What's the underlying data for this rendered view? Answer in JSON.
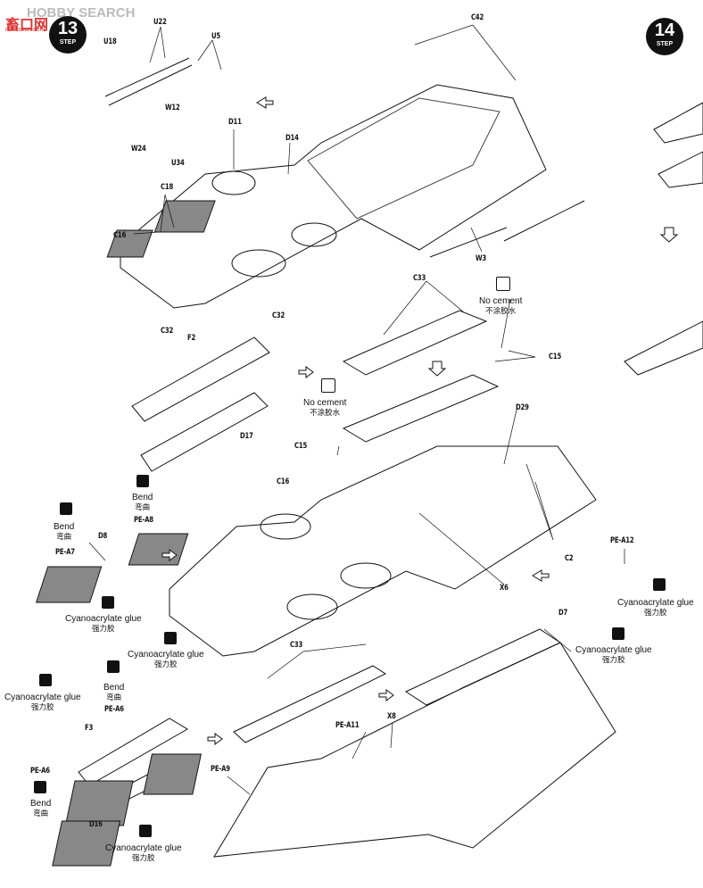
{
  "watermark": {
    "text": "HOBBY SEARCH",
    "logo_text": "畜口网",
    "logo_url_text": "nan-shan.com"
  },
  "steps": [
    {
      "number": "13",
      "label": "STEP"
    },
    {
      "number": "14",
      "label": "STEP"
    }
  ],
  "parts": [
    "U22",
    "U18",
    "U5",
    "W12",
    "W24",
    "C42",
    "D11",
    "D14",
    "U34",
    "C18",
    "C16",
    "W3",
    "C33",
    "C32",
    "C32",
    "F2",
    "D17",
    "C15",
    "C15",
    "D29",
    "D8",
    "PE-A7",
    "PE-A8",
    "C16",
    "C2",
    "X6",
    "PE-A12",
    "D7",
    "C33",
    "PE-A6",
    "PE-A6",
    "F3",
    "X8",
    "PE-A11",
    "PE-A9",
    "D16"
  ],
  "notes": {
    "no_cement_en": "No cement",
    "no_cement_zh": "不涂胶水",
    "bend_en": "Bend",
    "bend_zh": "弯曲",
    "glue_en": "Cyanoacrylate glue",
    "glue_zh": "强力胶"
  },
  "colors": {
    "ink": "#111111",
    "paper": "#ffffff",
    "mesh": "#555555"
  }
}
